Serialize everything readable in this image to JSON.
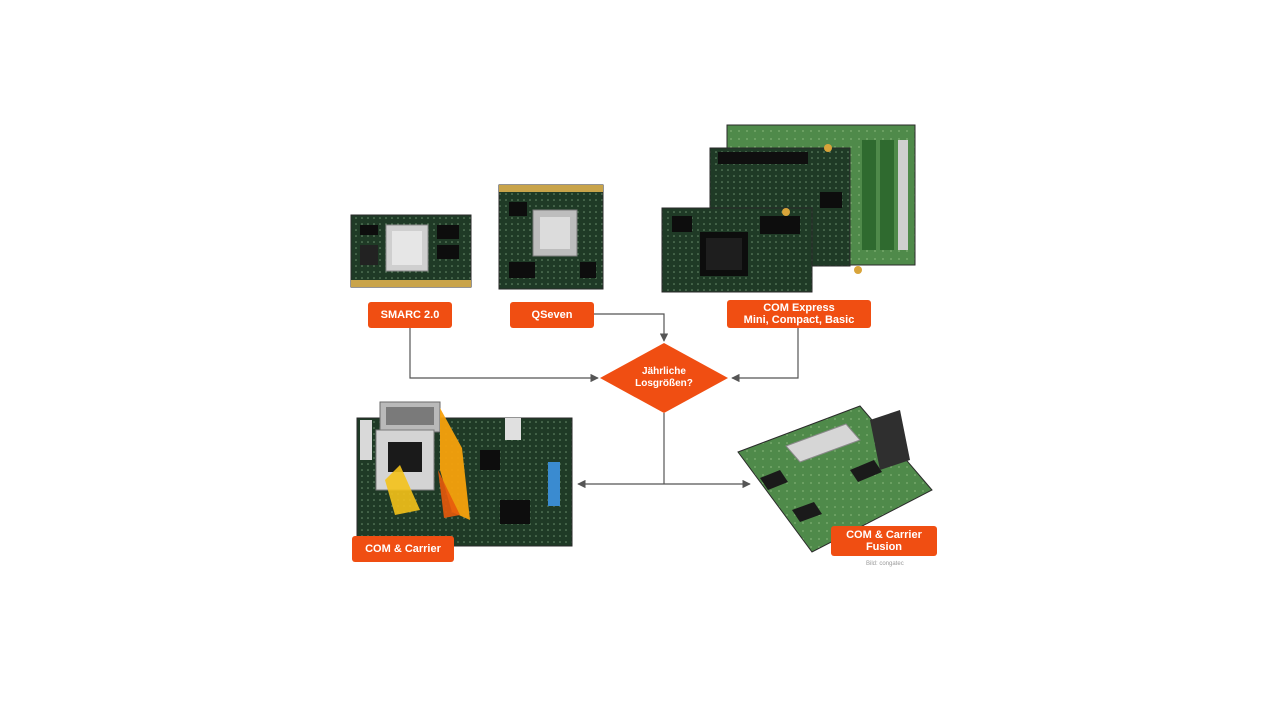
{
  "colors": {
    "accent": "#f04e12",
    "connector": "#555555",
    "background": "#ffffff"
  },
  "labels": {
    "smarc": "SMARC 2.0",
    "qseven": "QSeven",
    "comexpress": "COM Express\nMini, Compact, Basic",
    "decision": "Jährliche\nLosgrößen?",
    "com_carrier": "COM & Carrier",
    "com_carrier_fusion": "COM & Carrier\nFusion"
  },
  "credit": "Bild: congatec"
}
